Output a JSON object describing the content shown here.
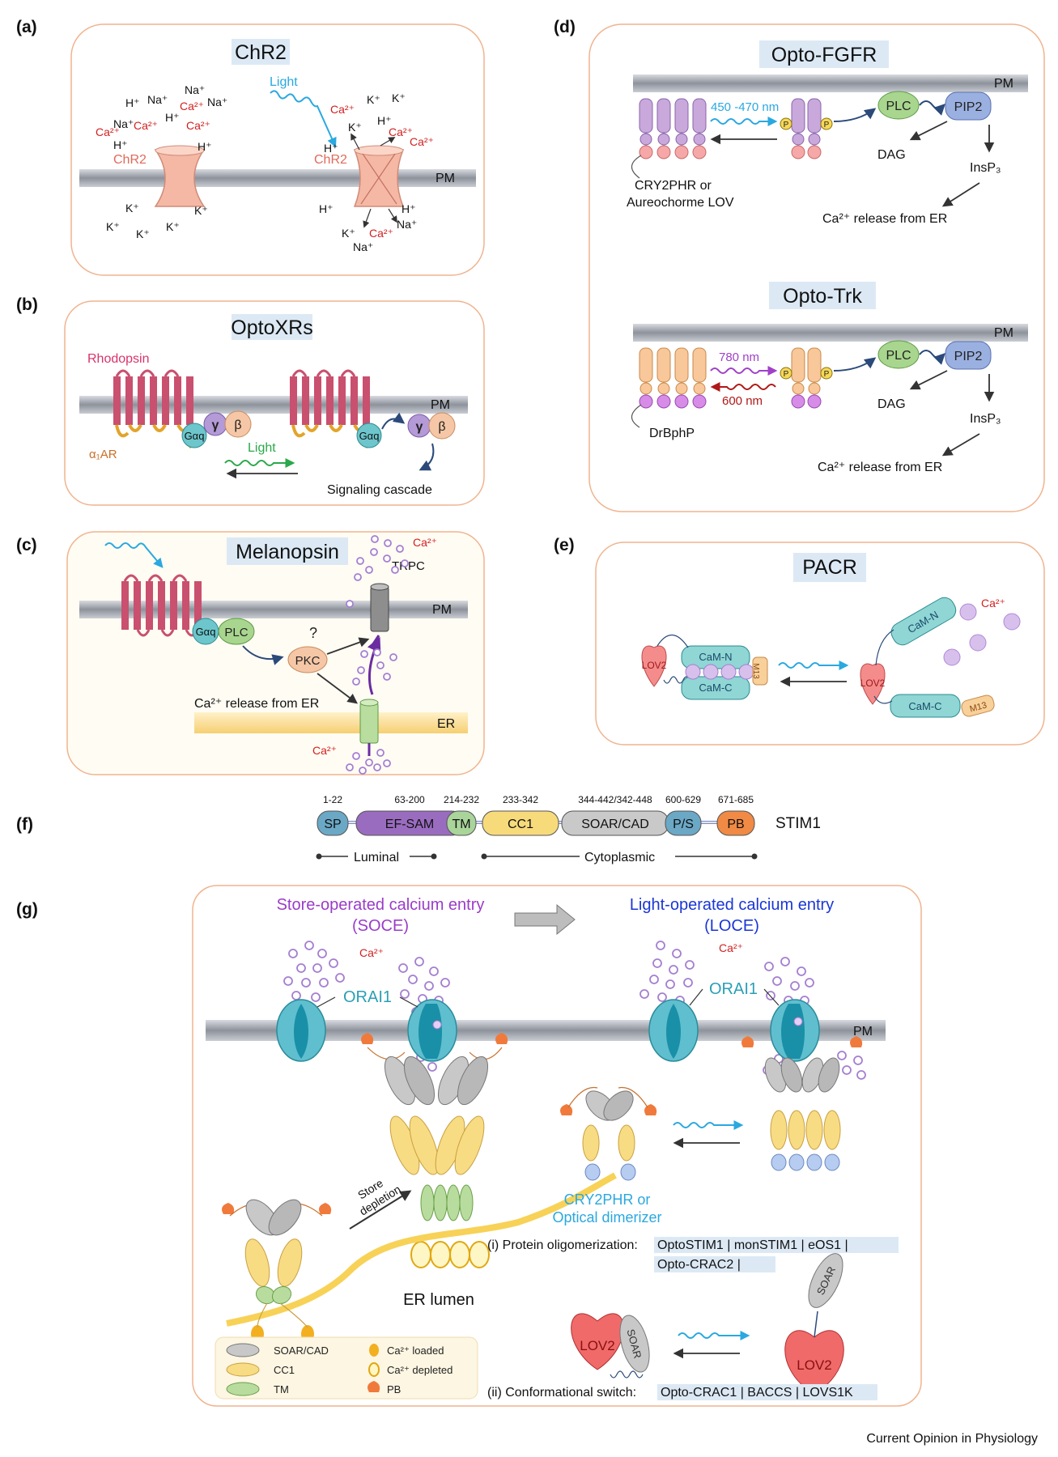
{
  "panels": {
    "a": {
      "label": "(a)",
      "title": "ChR2",
      "left_ions": [
        "H⁺",
        "Na⁺",
        "Na⁺",
        "Na⁺",
        "Ca²⁺",
        "H⁺",
        "Ca²⁺",
        "H⁺",
        "Ca²⁺",
        "Ca²⁺",
        "H⁺",
        "H⁺",
        "Na⁺",
        "K⁺",
        "K⁺",
        "K⁺",
        "K⁺",
        "K⁺"
      ],
      "channel": "ChR2",
      "light": "Light",
      "right_ions": [
        "K⁺",
        "K⁺",
        "Ca²⁺",
        "K⁺",
        "H⁺",
        "Ca²⁺",
        "Ca²⁺",
        "H⁺",
        "H⁺",
        "H⁺",
        "K⁺",
        "Ca²⁺",
        "Na⁺",
        "Na⁺"
      ],
      "membrane": "PM"
    },
    "b": {
      "label": "(b)",
      "title": "OptoXRs",
      "rhodopsin": "Rhodopsin",
      "receptor": "α₁AR",
      "g_alpha": "Gαq",
      "gamma": "γ",
      "beta": "β",
      "light": "Light",
      "membrane": "PM",
      "cascade": "Signaling cascade"
    },
    "c": {
      "label": "(c)",
      "title": "Melanopsin",
      "ca_top": "Ca²⁺",
      "trpc": "TRPC",
      "membrane": "PM",
      "g_alpha": "Gαq",
      "plc": "PLC",
      "question": "?",
      "pkc": "PKC",
      "release": "Ca²⁺ release from ER",
      "er": "ER",
      "ca_bottom": "Ca²⁺"
    },
    "d": {
      "label": "(d)",
      "fgfr": {
        "title": "Opto-FGFR",
        "membrane": "PM",
        "wavelength": "450 -470 nm",
        "p": "P",
        "plc": "PLC",
        "pip2": "PIP2",
        "dag": "DAG",
        "insp3": "InsP₃",
        "domain_line1": "CRY2PHR or",
        "domain_line2": "Aureochorme LOV",
        "release": "Ca²⁺ release from ER"
      },
      "trk": {
        "title": "Opto-Trk",
        "membrane": "PM",
        "wavelength_on": "780 nm",
        "wavelength_off": "600 nm",
        "p": "P",
        "plc": "PLC",
        "pip2": "PIP2",
        "dag": "DAG",
        "insp3": "InsP₃",
        "domain": "DrBphP",
        "release": "Ca²⁺ release from ER"
      }
    },
    "e": {
      "label": "(e)",
      "title": "PACR",
      "lov2": "LOV2",
      "camn": "CaM-N",
      "camc": "CaM-C",
      "m13": "M13",
      "ca": "Ca²⁺"
    },
    "f": {
      "label": "(f)",
      "protein": "STIM1",
      "domains": [
        {
          "name": "SP",
          "range": "1-22",
          "color": "#6aa8c6"
        },
        {
          "name": "EF-SAM",
          "range": "63-200",
          "color": "#9a6cc0"
        },
        {
          "name": "TM",
          "range": "214-232",
          "color": "#a9d49a"
        },
        {
          "name": "CC1",
          "range": "233-342",
          "color": "#f7db7b"
        },
        {
          "name": "SOAR/CAD",
          "range": "344-442/342-448",
          "color": "#c9c9c9"
        },
        {
          "name": "P/S",
          "range": "600-629",
          "color": "#6aa8c6"
        },
        {
          "name": "PB",
          "range": "671-685",
          "color": "#f08a45"
        }
      ],
      "luminal": "Luminal",
      "cytoplasmic": "Cytoplasmic"
    },
    "g": {
      "label": "(g)",
      "soce_title_1": "Store-operated calcium entry",
      "soce_title_2": "(SOCE)",
      "loce_title_1": "Light-operated calcium entry",
      "loce_title_2": "(LOCE)",
      "ca": "Ca²⁺",
      "orai": "ORAI1",
      "membrane": "PM",
      "store_depletion_1": "Store",
      "store_depletion_2": "depletion",
      "er_lumen": "ER lumen",
      "cry2_line1": "CRY2PHR or",
      "cry2_line2": "Optical dimerizer",
      "oligo_label": "(i) Protein oligomerization:",
      "oligo_tools_1": "OptoSTIM1 | monSTIM1 | eOS1 |",
      "oligo_tools_2": "Opto-CRAC2 |",
      "lov2": "LOV2",
      "soar": "SOAR",
      "conf_label": "(ii) Conformational switch:",
      "conf_tools": "Opto-CRAC1 | BACCS | LOVS1K",
      "legend": [
        {
          "name": "SOAR/CAD"
        },
        {
          "name": "Ca²⁺ loaded"
        },
        {
          "name": "CC1"
        },
        {
          "name": "Ca²⁺ depleted"
        },
        {
          "name": "TM"
        },
        {
          "name": "PB"
        }
      ]
    }
  },
  "journal": "Current Opinion in Physiology",
  "colors": {
    "panel_border": "#f0b48f",
    "membrane": "#9a9ea6",
    "calcium_red": "#d11f1f",
    "light_blue": "#2aa8e0",
    "light_green": "#2aa84a",
    "orai_teal": "#2b9fb5"
  }
}
